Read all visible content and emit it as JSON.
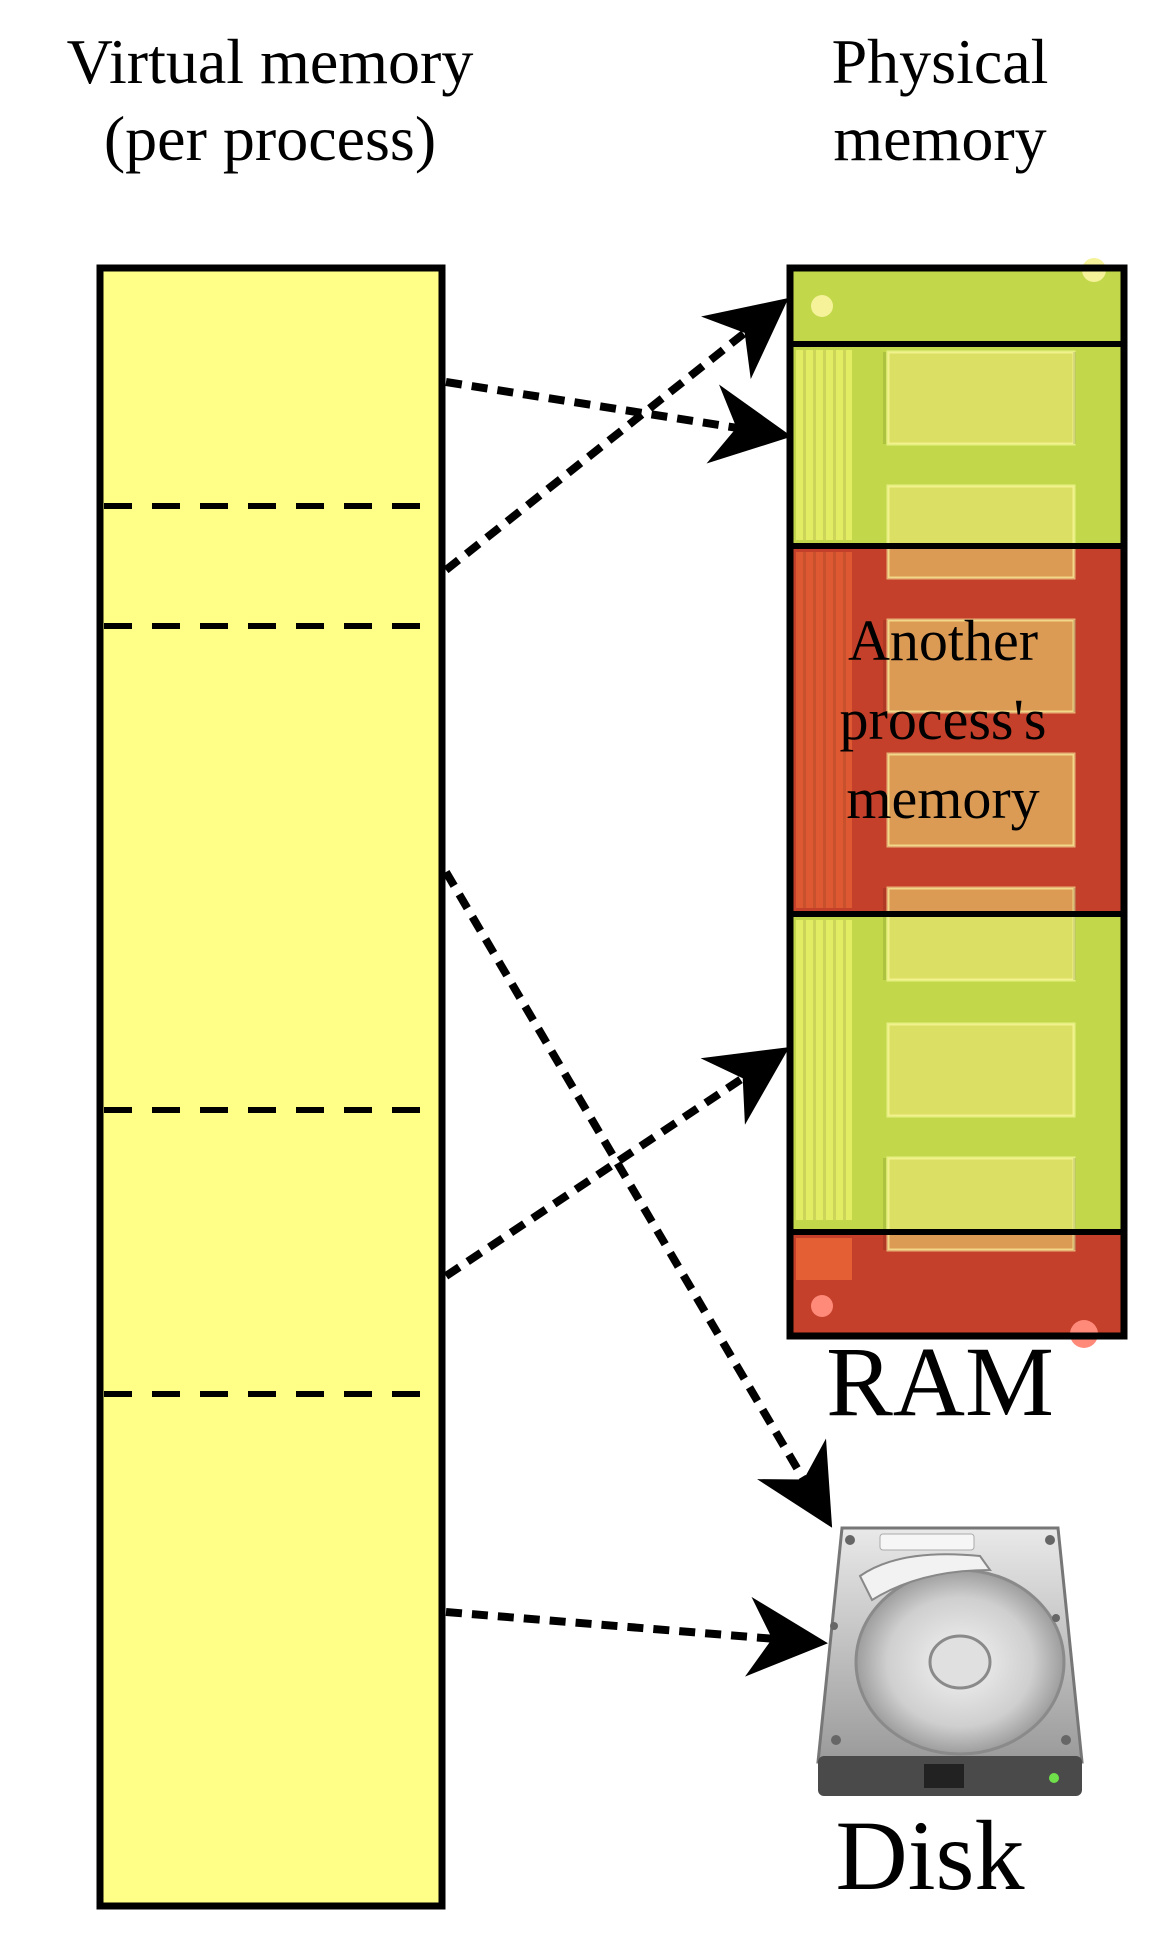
{
  "titles": {
    "virtual_line1": "Virtual memory",
    "virtual_line2": "(per process)",
    "physical_line1": "Physical",
    "physical_line2": "memory"
  },
  "ram": {
    "label": "RAM",
    "other_process": {
      "line1": "Another",
      "line2": "process's",
      "line3": "memory"
    }
  },
  "disk": {
    "label": "Disk"
  },
  "colors": {
    "virtual_fill": "#ffff88",
    "own_memory_green": "#c2d84a",
    "other_process_red": "#c4402a",
    "chip_yellow": "#e8e67a",
    "arrow": "#000000"
  },
  "icons": [
    "ram-module-icon",
    "hard-disk-icon"
  ]
}
